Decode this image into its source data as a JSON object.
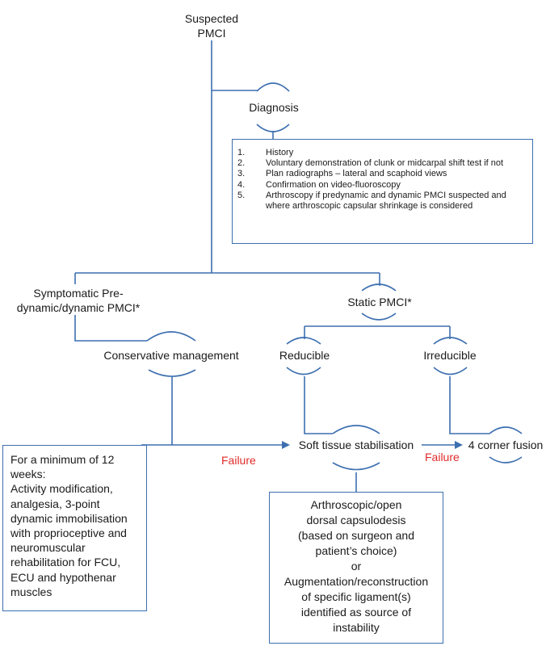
{
  "nodes": {
    "suspected": "Suspected\nPMCI",
    "diagnosis": "Diagnosis",
    "symptomatic": "Symptomatic Pre-\ndynamic/dynamic PMCI*",
    "static": "Static PMCI*",
    "conservative": "Conservative management",
    "reducible": "Reducible",
    "irreducible": "Irreducible",
    "soft_tissue": "Soft tissue stabilisation",
    "four_corner": "4 corner fusion"
  },
  "diagnosis_steps": [
    {
      "num": "1.",
      "text": "History"
    },
    {
      "num": "2.",
      "text": "Voluntary demonstration of clunk or midcarpal shift test if not"
    },
    {
      "num": "3.",
      "text": "Plan radiographs – lateral and scaphoid views"
    },
    {
      "num": "4.",
      "text": "Confirmation on video-fluoroscopy"
    },
    {
      "num": "5.",
      "text": "Arthroscopy if predynamic and dynamic PMCI suspected and where arthroscopic capsular shrinkage is considered"
    }
  ],
  "failure_labels": [
    "Failure",
    "Failure"
  ],
  "conservative_box": "For a minimum of 12 weeks:\nActivity modification, analgesia, 3-point dynamic immobilisation with proprioceptive and neuromuscular rehabilitation for FCU, ECU and hypothenar muscles",
  "surgery_box": "Arthroscopic/open\ndorsal capsulodesis\n(based on surgeon and\npatient’s choice)\nor\nAugmentation/reconstruction\nof specific ligament(s)\nidentified as source of\ninstability",
  "colors": {
    "line": "#3d6fb0",
    "failure": "#e02b2b",
    "text": "#1a1a1a"
  }
}
